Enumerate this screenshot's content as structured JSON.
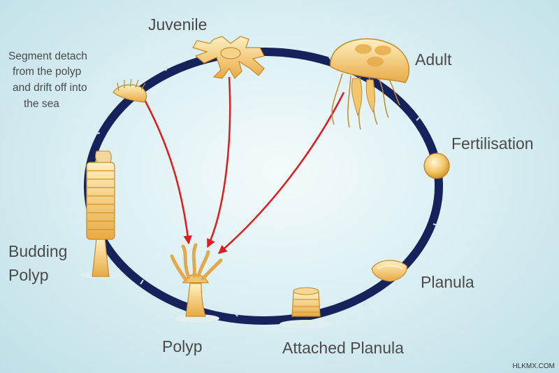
{
  "colors": {
    "cycle_ring": "#15225c",
    "arrow": "#e11b1b",
    "organism_fill": "#f2c160",
    "organism_stroke": "#b9801e",
    "label": "#4a4a4a"
  },
  "stages": [
    {
      "id": "juvenile",
      "label": "Juvenile"
    },
    {
      "id": "adult",
      "label": "Adult"
    },
    {
      "id": "fertilisation",
      "label": "Fertilisation"
    },
    {
      "id": "planula",
      "label": "Planula"
    },
    {
      "id": "attached-planula",
      "label": "Attached Planula"
    },
    {
      "id": "polyp",
      "label": "Polyp"
    },
    {
      "id": "budding-polyp",
      "label_line1": "Budding",
      "label_line2": "Polyp"
    },
    {
      "id": "segment",
      "lines": [
        "Segment detach",
        "from the polyp",
        "and drift off into",
        "the sea"
      ]
    }
  ],
  "watermark": "HLKMX.COM"
}
